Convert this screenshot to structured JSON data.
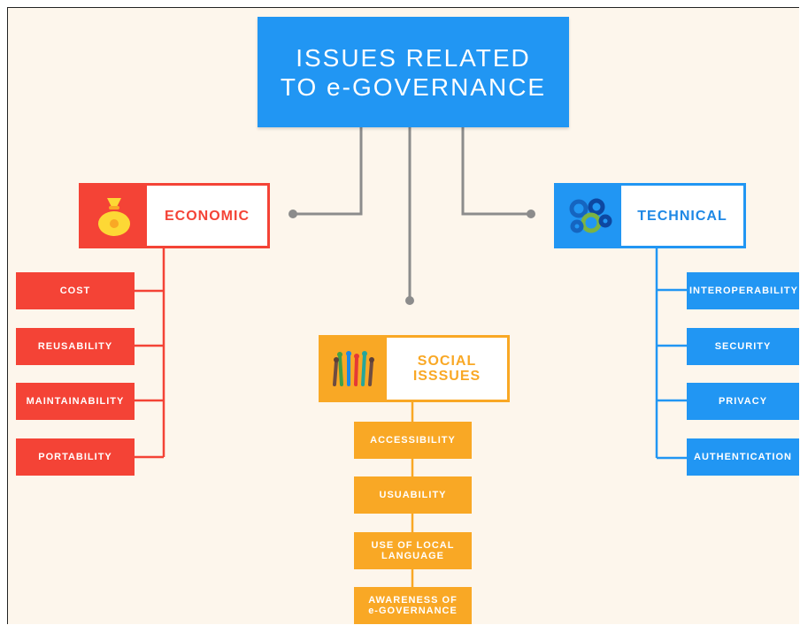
{
  "title": {
    "line1": "ISSUES RELATED",
    "line2": "TO e-GOVERNANCE"
  },
  "economic": {
    "label": "ECONOMIC",
    "icon": "money-bag-icon",
    "items": [
      "COST",
      "REUSABILITY",
      "MAINTAINABILITY",
      "PORTABILITY"
    ]
  },
  "technical": {
    "label": "TECHNICAL",
    "icon": "gears-icon",
    "items": [
      "INTEROPERABILITY",
      "SECURITY",
      "PRIVACY",
      "AUTHENTICATION"
    ]
  },
  "social": {
    "label_line1": "SOCIAL",
    "label_line2": "ISSSUES",
    "icon": "raised-hands-icon",
    "items": [
      {
        "line1": "ACCESSIBILITY",
        "line2": ""
      },
      {
        "line1": "USUABILITY",
        "line2": ""
      },
      {
        "line1": "USE OF LOCAL",
        "line2": "LANGUAGE"
      },
      {
        "line1": "AWARENESS OF",
        "line2": "e-GOVERNANCE"
      }
    ]
  },
  "colors": {
    "economic": "#f44336",
    "technical": "#2196f3",
    "social": "#f9a825",
    "connector": "#888888",
    "background": "#fdf6ec"
  }
}
